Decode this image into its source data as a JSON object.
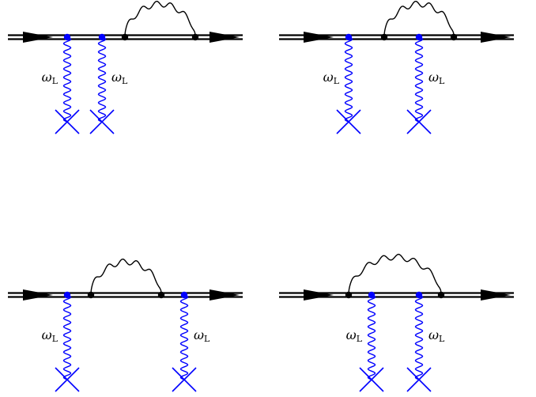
{
  "colors": {
    "electron_line": "#000000",
    "self_energy_photon": "#000000",
    "laser_photon": "#0000ff",
    "background": "#ffffff"
  },
  "label": {
    "symbol": "ω",
    "subscript": "L"
  },
  "diagrams": [
    {
      "id": "diagram-1",
      "laser_vertices": 2,
      "order": "laser-laser-loop"
    },
    {
      "id": "diagram-2",
      "laser_vertices": 2,
      "order": "laser-inside-loop-laser"
    },
    {
      "id": "diagram-3",
      "laser_vertices": 2,
      "order": "laser-loop-laser"
    },
    {
      "id": "diagram-4",
      "laser_vertices": 2,
      "order": "loop-containing-both-lasers"
    }
  ]
}
